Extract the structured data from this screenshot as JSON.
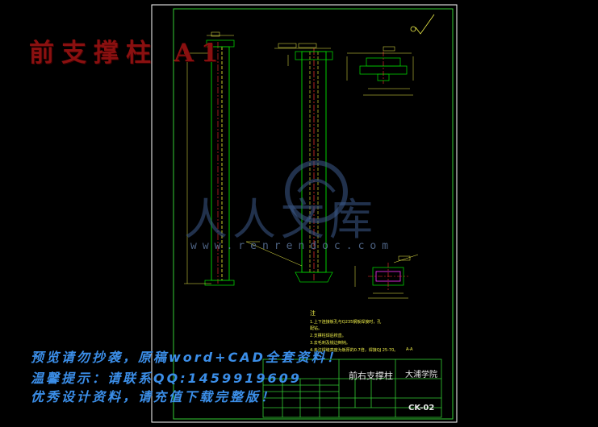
{
  "header": {
    "title": "前支撑柱 A1"
  },
  "watermark": {
    "line1": "预览请勿抄袭，原稿word+CAD全套资料！",
    "line2": "温馨提示：请联系QQ:1459919609",
    "line3": "优秀设计资料，请充值下载完整版！",
    "brand": "人人文库",
    "url": "www.renrendoc.com"
  },
  "drawing": {
    "notes_heading": "注",
    "notes": [
      "1.上下连接板孔与Q235钢板焊接时，孔",
      "  配钻。",
      "2.支撑柱焊后校直。",
      "3.去毛刺及锐边倒钝。",
      "4.未注焊缝高度为板厚的0.7倍，焊接QJ 25-70。"
    ],
    "section_label": "A-A",
    "title_block": {
      "part_name": "前右支撑柱",
      "school": "大浦学院",
      "drawing_code": "CK-02"
    }
  },
  "colors": {
    "background": "#000000",
    "frame": "#ffffff",
    "inner_border": "#33cc33",
    "outline": "#00cc00",
    "dimension": "#f2f24a",
    "centerline": "#ff3333",
    "hidden": "#ff33ff",
    "watermark": "#3b8ee8",
    "title_red": "#8a1010"
  }
}
